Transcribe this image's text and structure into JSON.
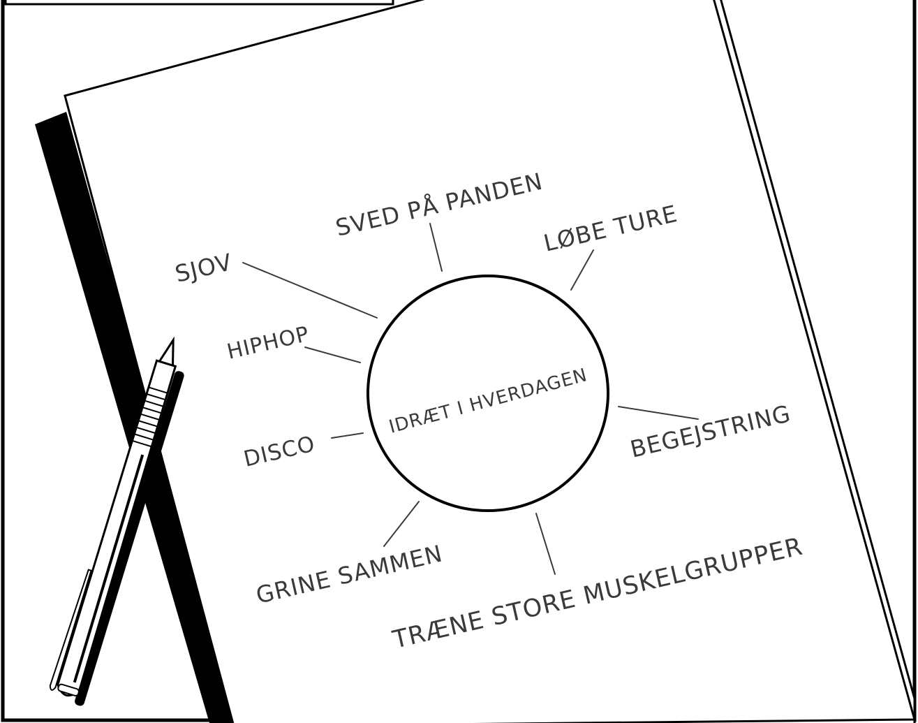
{
  "center_label": "IDRÆT I HVERDAGEN",
  "labels": {
    "sved": "SVED PÅ PANDEN",
    "lobe": "LØBE TURE",
    "sjov": "SJOV",
    "hiphop": "HIPHOP",
    "disco": "DISCO",
    "begejstring": "BEGEJSTRING",
    "grine": "GRINE SAMMEN",
    "traene": "TRÆNE STORE MUSKELGRUPPER"
  }
}
